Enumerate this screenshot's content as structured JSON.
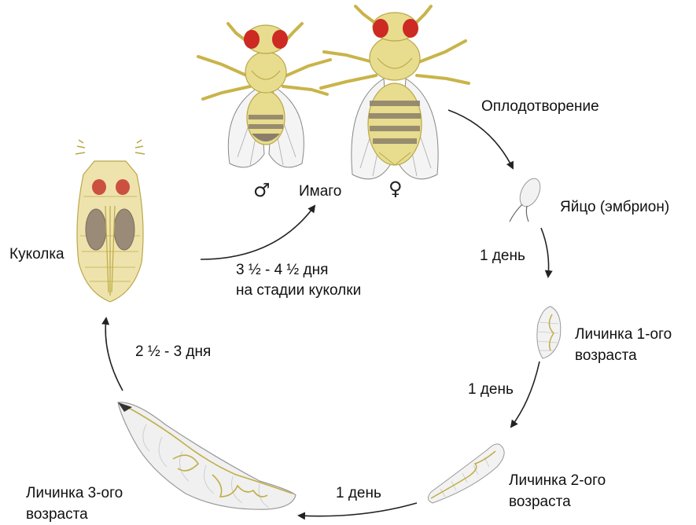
{
  "labels": {
    "fertilization": "Оплодотворение",
    "egg": "Яйцо (эмбрион)",
    "day1_a": "1 день",
    "larva1_line1": "Личинка 1-ого",
    "larva1_line2": "возраста",
    "day1_b": "1 день",
    "larva2_line1": "Личинка 2-ого",
    "larva2_line2": "возраста",
    "day1_c": "1 день",
    "larva3_line1": "Личинка 3-ого",
    "larva3_line2": "возраста",
    "days_larva3": "2 ½ - 3 дня",
    "pupa": "Куколка",
    "days_pupa_line1": "3 ½ - 4 ½ дня",
    "days_pupa_line2": "на стадии куколки",
    "imago": "Имаго",
    "male_symbol": "♂",
    "female_symbol": "♀"
  },
  "colors": {
    "body": "#e8dc8e",
    "body_dark": "#b8a848",
    "eye": "#cc2a22",
    "stripe": "#8a7e6a",
    "arrow": "#222222"
  }
}
